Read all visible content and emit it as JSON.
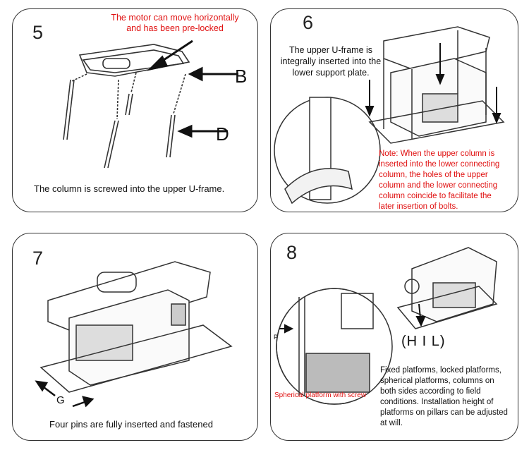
{
  "panels": [
    {
      "number": "5",
      "note": "The motor can move horizontally\nand has been pre-locked",
      "label_b": "B",
      "label_d": "D",
      "caption": "The column is screwed into the upper U-frame."
    },
    {
      "number": "6",
      "caption_top": "The upper U-frame is\nintegrally inserted into the\nlower support plate.",
      "note": "Note: When the upper column is\ninserted into the lower connecting\ncolumn, the holes of the upper\ncolumn and the lower connecting\ncolumn coincide to facilitate the\nlater insertion of bolts."
    },
    {
      "number": "7",
      "label_g": "G",
      "caption": "Four pins are fully inserted and fastened"
    },
    {
      "number": "8",
      "label_hil": "(H I L)",
      "label_p": "P",
      "spherical_label": "Spherical platform with screw",
      "caption": "Fixed platforms, locked platforms,\nspherical platforms, columns on\nboth sides according to field\nconditions. Installation height of\nplatforms on pillars can be adjusted\nat will."
    }
  ],
  "colors": {
    "note_red": "#e01010",
    "line": "#333333"
  }
}
